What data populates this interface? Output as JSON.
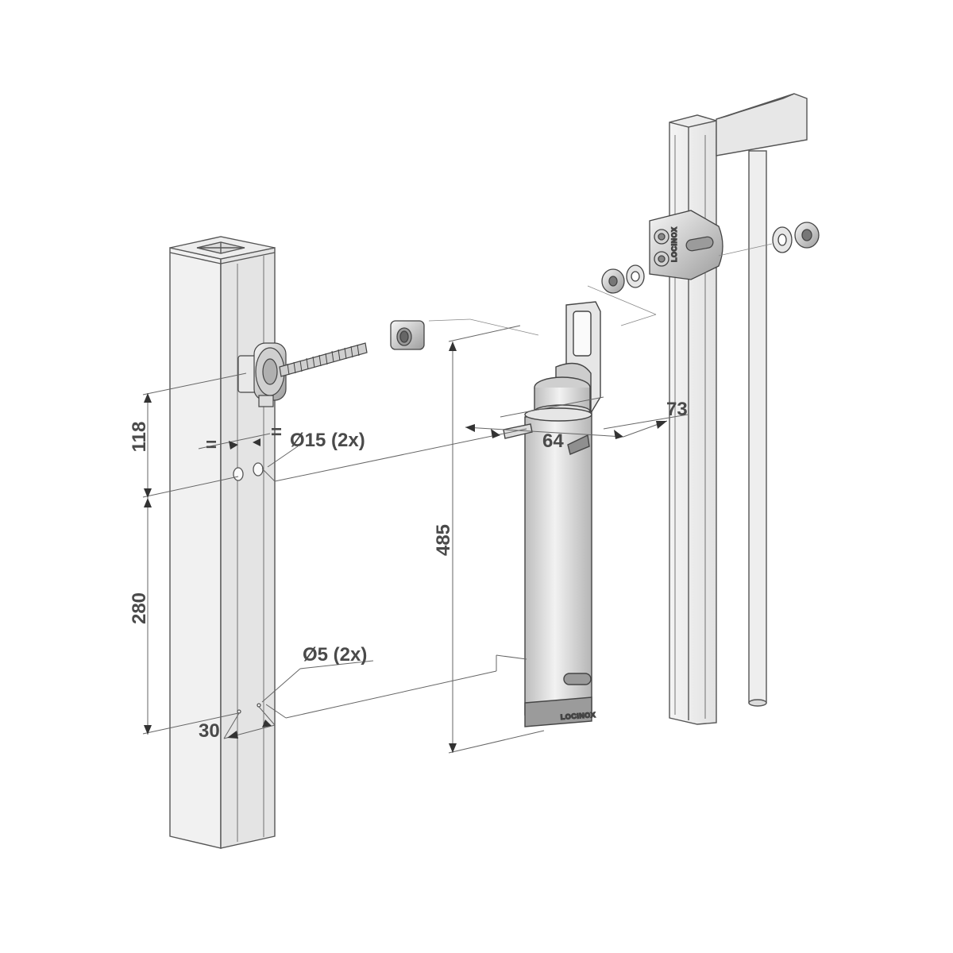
{
  "drawing": {
    "colors": {
      "line": "#555555",
      "fill_light": "#ececec",
      "fill_mid": "#d4d4d4",
      "fill_dark": "#a9a9a9",
      "dim_text": "#4a4a4a"
    },
    "dimensions": {
      "d118": "118",
      "d280": "280",
      "d30": "30",
      "d485": "485",
      "d64": "64",
      "d73": "73",
      "equal_left": "=",
      "equal_right": "=",
      "hole_large": "Ø15 (2x)",
      "hole_small": "Ø5 (2x)"
    },
    "branding": {
      "bracket_logo": "LOCINOX",
      "closer_logo": "LOCINOX"
    }
  }
}
